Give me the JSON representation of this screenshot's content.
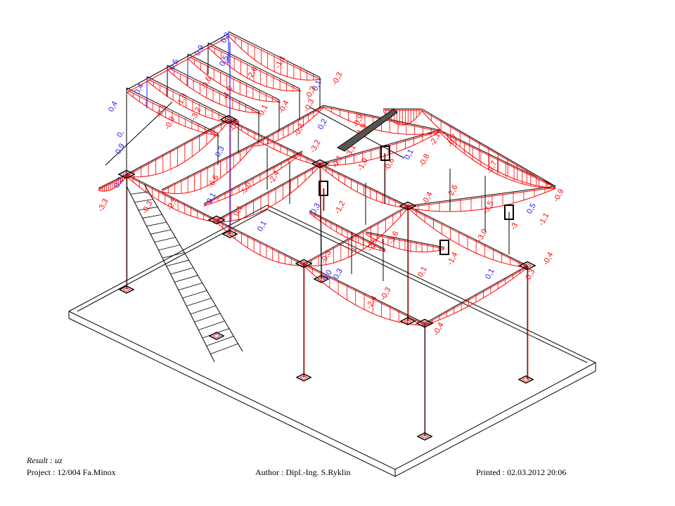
{
  "footer": {
    "result": "Result : uz",
    "project": "Project : 12/004 Fa.Minox",
    "author": "Author : Dipl.-Ing. S.Ryklin",
    "printed": "Printed : 02.03.2012  20:06"
  },
  "colors": {
    "positive": "#1a1aff",
    "negative": "#ff0000",
    "structure": "#000000"
  },
  "labels": [
    {
      "t": "0,4",
      "c": "blue"
    },
    {
      "t": "0,4",
      "c": "blue"
    },
    {
      "t": "0,5",
      "c": "blue"
    },
    {
      "t": "0,9",
      "c": "blue"
    },
    {
      "t": "0,8",
      "c": "blue"
    },
    {
      "t": "0,5",
      "c": "blue"
    },
    {
      "t": "0,9",
      "c": "blue"
    },
    {
      "t": "0,",
      "c": "blue"
    },
    {
      "t": "0,2",
      "c": "blue"
    },
    {
      "t": "0,1",
      "c": "blue"
    },
    {
      "t": "0,3",
      "c": "blue"
    },
    {
      "t": "0,1",
      "c": "blue"
    },
    {
      "t": "0,1",
      "c": "blue"
    },
    {
      "t": "0,2",
      "c": "blue"
    },
    {
      "t": "0,3",
      "c": "blue"
    },
    {
      "t": "0,1",
      "c": "blue"
    },
    {
      "t": "0,3",
      "c": "blue"
    },
    {
      "t": "0,5",
      "c": "blue"
    },
    {
      "t": "0,1",
      "c": "blue"
    },
    {
      "t": "0,0",
      "c": "blue"
    },
    {
      "t": "-3,3",
      "c": "red"
    },
    {
      "t": "-0,3",
      "c": "red"
    },
    {
      "t": "-2,5",
      "c": "red"
    },
    {
      "t": "-0,9",
      "c": "red"
    },
    {
      "t": "-0,5",
      "c": "red"
    },
    {
      "t": "-1,8",
      "c": "red"
    },
    {
      "t": "-3,2",
      "c": "red"
    },
    {
      "t": "-0,6",
      "c": "red"
    },
    {
      "t": "-4,0",
      "c": "red"
    },
    {
      "t": "-2,6",
      "c": "red"
    },
    {
      "t": "-1,1",
      "c": "red"
    },
    {
      "t": "-0,3",
      "c": "red"
    },
    {
      "t": "-0,3",
      "c": "red"
    },
    {
      "t": "-0,9",
      "c": "red"
    },
    {
      "t": "-0,1",
      "c": "red"
    },
    {
      "t": "-0,4",
      "c": "red"
    },
    {
      "t": "-6,6",
      "c": "red"
    },
    {
      "t": "-5,0",
      "c": "red"
    },
    {
      "t": "-2,4",
      "c": "red"
    },
    {
      "t": "0,1",
      "c": "red"
    },
    {
      "t": "-3,2",
      "c": "red"
    },
    {
      "t": "-0,9",
      "c": "red"
    },
    {
      "t": "-0,1",
      "c": "red"
    },
    {
      "t": "-1,0",
      "c": "red"
    },
    {
      "t": "-0,6",
      "c": "red"
    },
    {
      "t": "-2,6",
      "c": "red"
    },
    {
      "t": "-2,7",
      "c": "red"
    },
    {
      "t": "-3,5",
      "c": "red"
    },
    {
      "t": "-0,4",
      "c": "red"
    },
    {
      "t": "-1,4",
      "c": "red"
    },
    {
      "t": "-3,0",
      "c": "red"
    },
    {
      "t": "-3",
      "c": "red"
    },
    {
      "t": "-1,1",
      "c": "red"
    },
    {
      "t": "-0,9",
      "c": "red"
    },
    {
      "t": "-0,4",
      "c": "red"
    },
    {
      "t": "-0,3",
      "c": "red"
    },
    {
      "t": "-0,4",
      "c": "red"
    },
    {
      "t": "-2,4",
      "c": "red"
    },
    {
      "t": "-0,3",
      "c": "red"
    },
    {
      "t": "-2,5",
      "c": "red"
    },
    {
      "t": "-3,6",
      "c": "red"
    },
    {
      "t": "-1",
      "c": "red"
    },
    {
      "t": "-0,3",
      "c": "red"
    },
    {
      "t": "-1,2",
      "c": "red"
    },
    {
      "t": "-3,1",
      "c": "red"
    },
    {
      "t": "-0,8",
      "c": "red"
    },
    {
      "t": "-2,1",
      "c": "red"
    },
    {
      "t": "-0,4",
      "c": "red"
    },
    {
      "t": "-0,3",
      "c": "red"
    },
    {
      "t": "-1,9",
      "c": "red"
    },
    {
      "t": "-0,7",
      "c": "red"
    },
    {
      "t": "0,1",
      "c": "red"
    }
  ]
}
